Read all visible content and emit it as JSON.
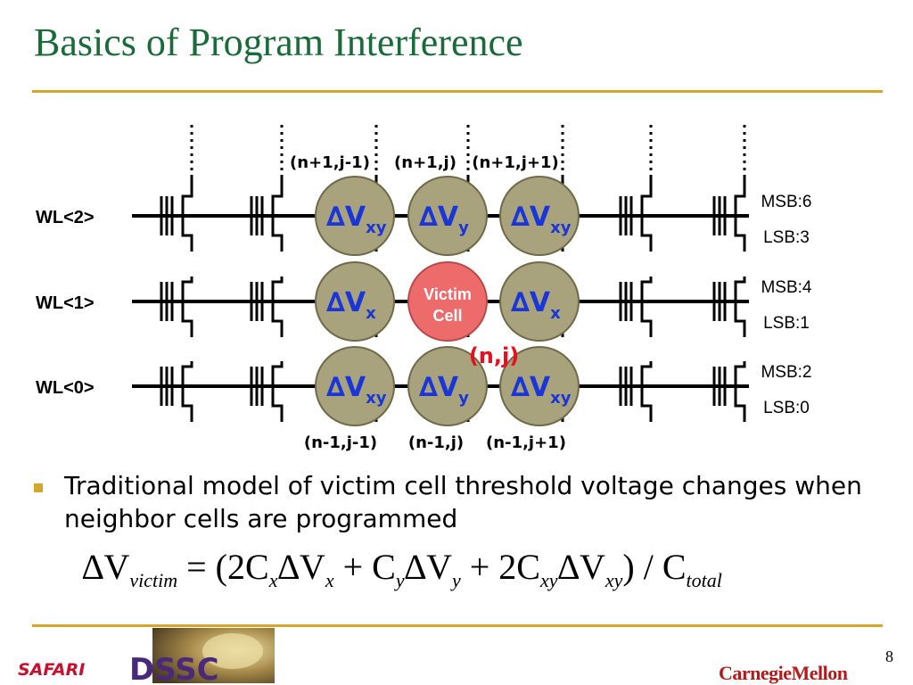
{
  "slide": {
    "title": "Basics of Program Interference",
    "page_number": "8"
  },
  "diagram": {
    "wordlines": [
      "WL<2>",
      "WL<1>",
      "WL<0>"
    ],
    "neighbor_labels_top": [
      "(n+1,j-1)",
      "(n+1,j)",
      "(n+1,j+1)"
    ],
    "neighbor_labels_bottom": [
      "(n-1,j-1)",
      "(n-1,j)",
      "(n-1,j+1)"
    ],
    "cells": [
      {
        "row": 0,
        "col": 0,
        "main": "∆V",
        "sub": "xy"
      },
      {
        "row": 0,
        "col": 1,
        "main": "∆V",
        "sub": "y"
      },
      {
        "row": 0,
        "col": 2,
        "main": "∆V",
        "sub": "xy"
      },
      {
        "row": 1,
        "col": 0,
        "main": "∆V",
        "sub": "x"
      },
      {
        "row": 1,
        "col": 2,
        "main": "∆V",
        "sub": "x"
      },
      {
        "row": 2,
        "col": 0,
        "main": "∆V",
        "sub": "xy"
      },
      {
        "row": 2,
        "col": 1,
        "main": "∆V",
        "sub": "y"
      },
      {
        "row": 2,
        "col": 2,
        "main": "∆V",
        "sub": "xy"
      }
    ],
    "victim": {
      "line1": "Victim",
      "line2": "Cell",
      "position_label": "(n,j)"
    },
    "page_labels": [
      {
        "msb": "MSB:6",
        "lsb": "LSB:3"
      },
      {
        "msb": "MSB:4",
        "lsb": "LSB:1"
      },
      {
        "msb": "MSB:2",
        "lsb": "LSB:0"
      }
    ],
    "colors": {
      "neighbor_fill": "#a8a37c",
      "victim_fill": "#ee6b6b",
      "victim_text": "#ffffff",
      "label_red": "#e8101e",
      "label_blue": "#1a35d8"
    }
  },
  "bullet": {
    "text": "Traditional model of victim cell threshold voltage changes when neighbor cells are programmed"
  },
  "equation": {
    "parts": [
      "∆V",
      "victim",
      " = (2C",
      "x",
      "∆V",
      "x",
      " + C",
      "y",
      "∆V",
      "y",
      " + 2C",
      "xy",
      "∆V",
      "xy",
      ") / C",
      "total"
    ]
  },
  "footer": {
    "left_logo_text": "SAFARI",
    "middle_logo_text": "DSSC",
    "right_logo_text": "CarnegieMellon"
  }
}
